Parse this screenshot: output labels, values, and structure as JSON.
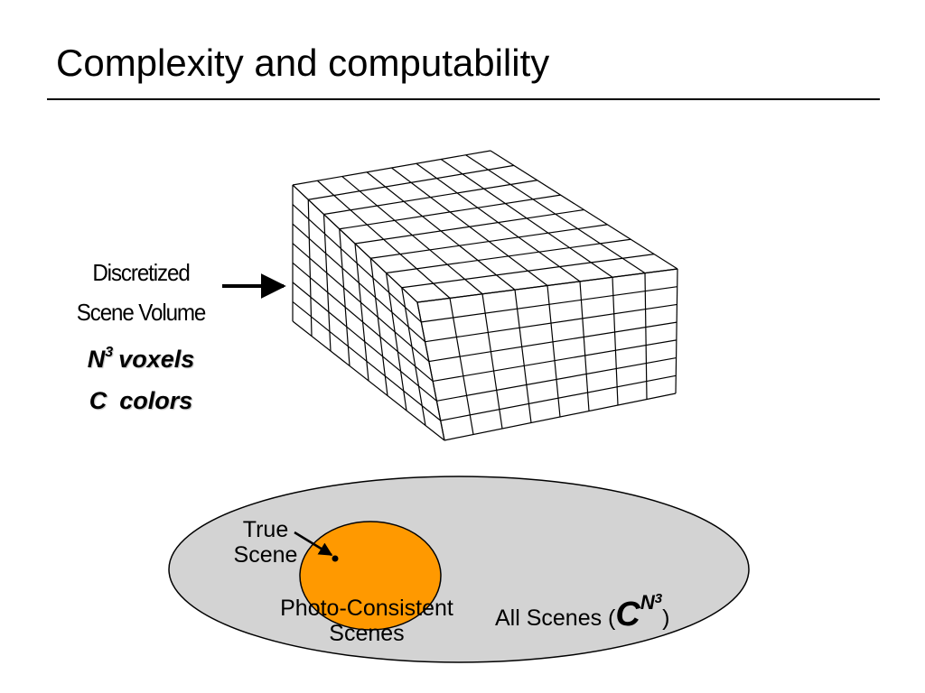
{
  "slide": {
    "title": "Complexity and computability"
  },
  "volume_label": {
    "line1": "Discretized",
    "line2": "Scene Volume",
    "voxels_symbol": "N",
    "voxels_exp": "3",
    "voxels_word": "voxels",
    "colors_symbol": "C",
    "colors_word": "colors"
  },
  "venn": {
    "true_scene_line1": "True",
    "true_scene_line2": "Scene",
    "photo_line1": "Photo-Consistent",
    "photo_line2": "Scenes",
    "all_scenes_prefix": "All Scenes (",
    "all_scenes_base": "C",
    "all_scenes_exp": "N3",
    "all_scenes_suffix": ")"
  },
  "colors": {
    "outer_set_fill": "#d3d3d3",
    "inner_set_fill": "#ff9900",
    "stroke": "#000000"
  }
}
